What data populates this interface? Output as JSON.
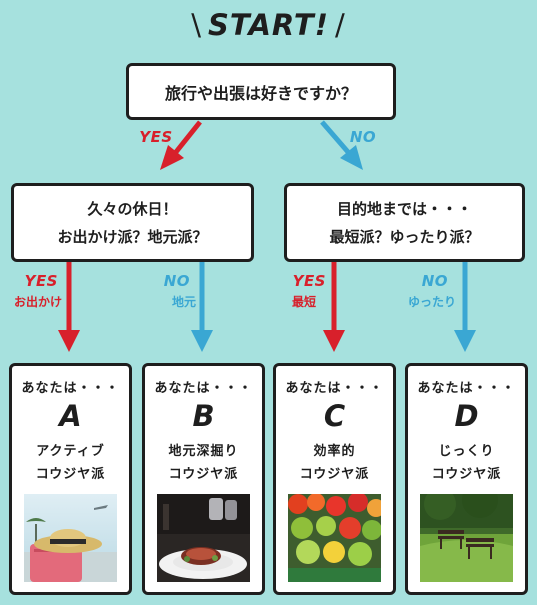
{
  "start": {
    "slash_left": "\\",
    "label": "START!",
    "slash_right": "/"
  },
  "question_1": "旅行や出張は好きですか？",
  "question_2": {
    "line1": "久々の休日！",
    "line2": "お出かけ派？地元派？"
  },
  "question_3": {
    "line1": "目的地までは・・・",
    "line2": "最短派？ゆったり派？"
  },
  "answers": {
    "q1_yes": "YES",
    "q1_no": "NO",
    "q2_yes": {
      "label": "YES",
      "sub": "お出かけ"
    },
    "q2_no": {
      "label": "NO",
      "sub": "地元"
    },
    "q3_yes": {
      "label": "YES",
      "sub": "最短"
    },
    "q3_no": {
      "label": "NO",
      "sub": "ゆったり"
    }
  },
  "results": [
    {
      "prefix": "あなたは・・・",
      "letter": "A",
      "line1": "アクティブ",
      "line2": "コウジヤ派"
    },
    {
      "prefix": "あなたは・・・",
      "letter": "B",
      "line1": "地元深掘り",
      "line2": "コウジヤ派"
    },
    {
      "prefix": "あなたは・・・",
      "letter": "C",
      "line1": "効率的",
      "line2": "コウジヤ派"
    },
    {
      "prefix": "あなたは・・・",
      "letter": "D",
      "line1": "じっくり",
      "line2": "コウジヤ派"
    }
  ],
  "colors": {
    "background": "#a6e1de",
    "yes": "#d8202b",
    "no": "#3aa7d3",
    "border": "#1e1e1e"
  }
}
